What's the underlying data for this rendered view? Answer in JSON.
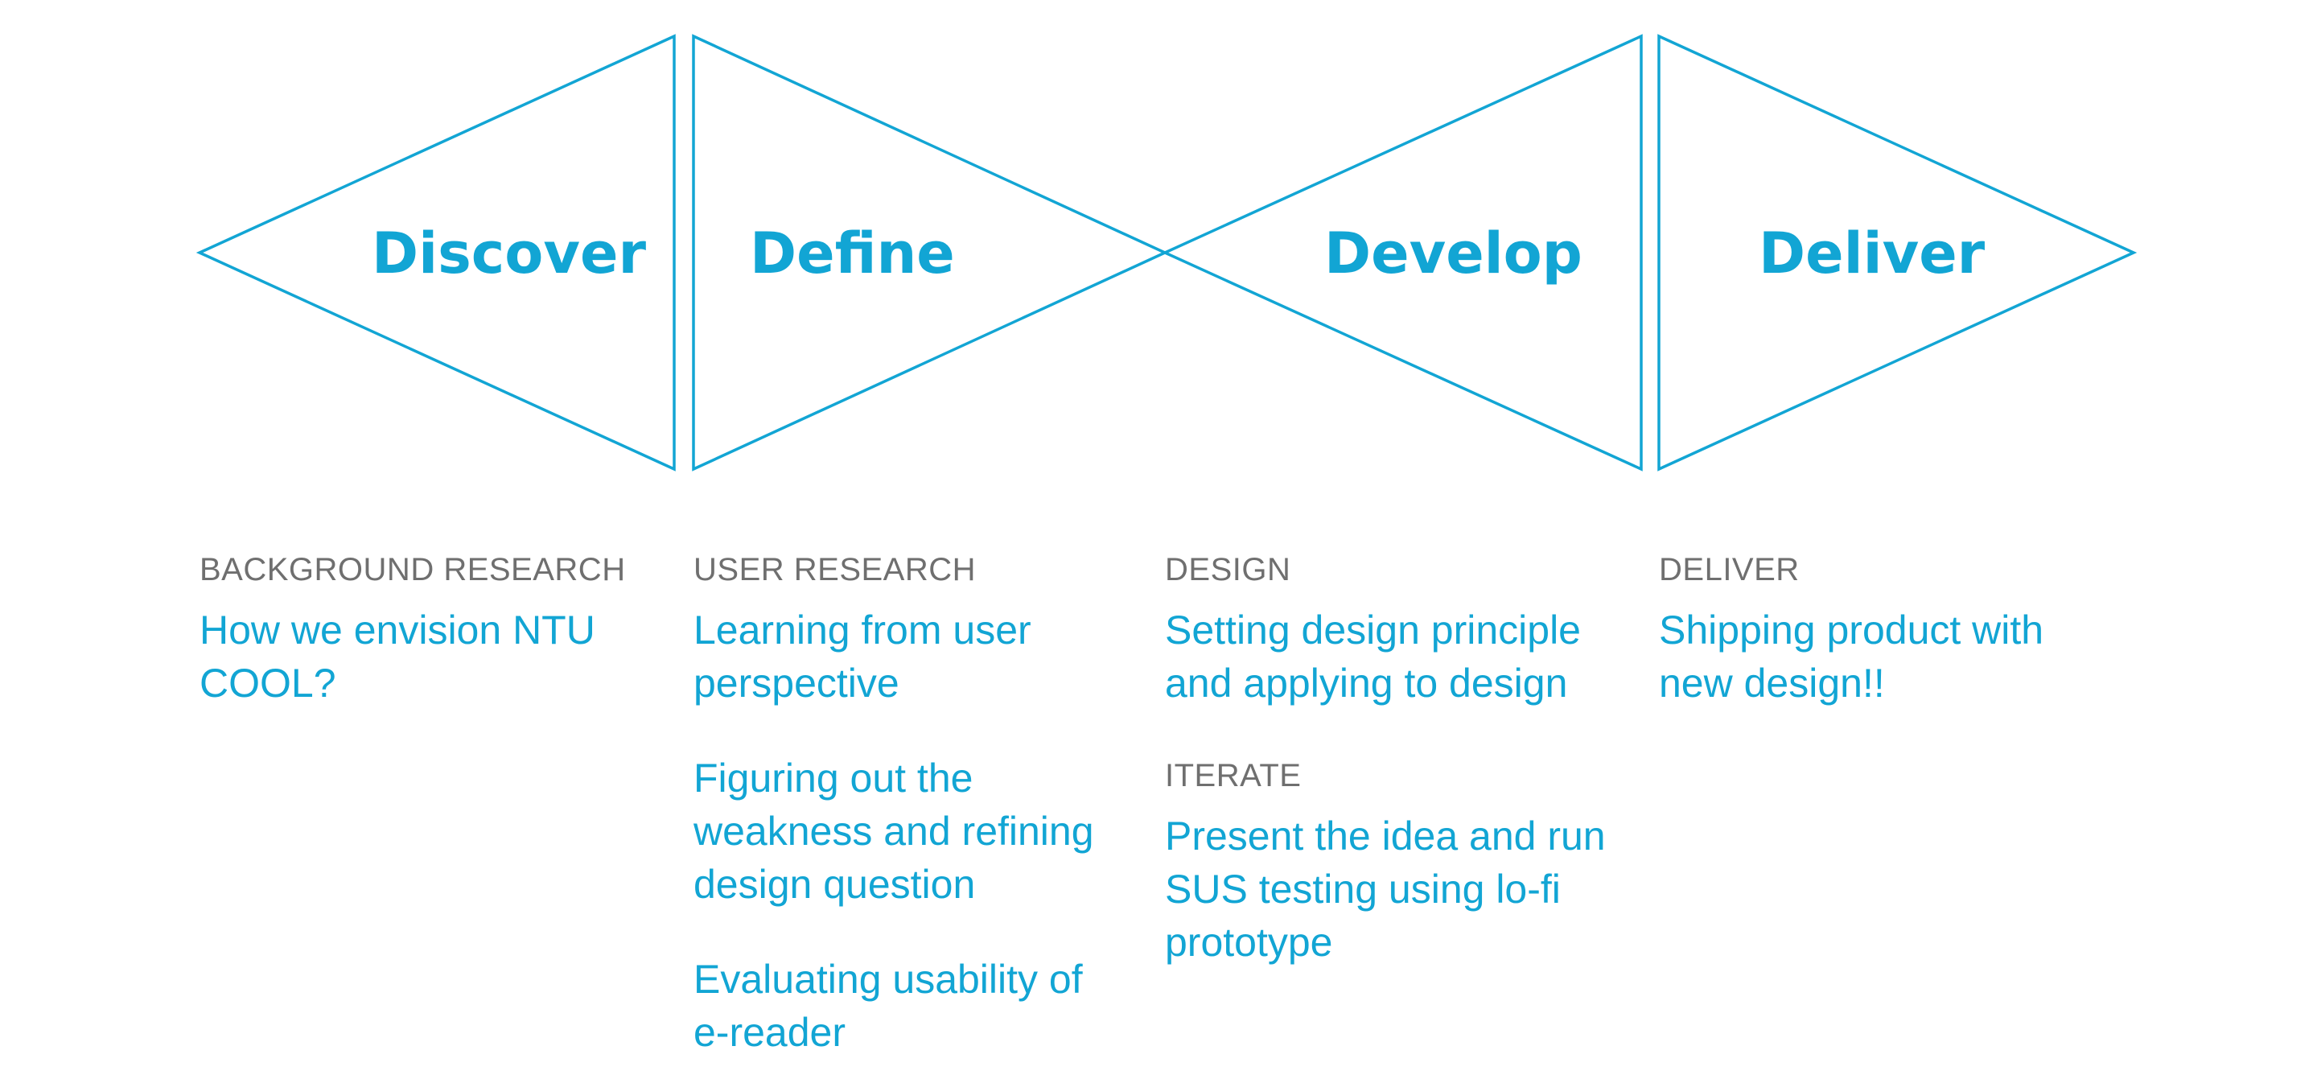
{
  "colors": {
    "accent": "#12A5D4",
    "label": "#6F6F6F",
    "background": "#FFFFFF"
  },
  "phases": [
    {
      "title": "Discover"
    },
    {
      "title": "Define"
    },
    {
      "title": "Develop"
    },
    {
      "title": "Deliver"
    }
  ],
  "columns": [
    {
      "sections": [
        {
          "label": "BACKGROUND RESEARCH",
          "items": [
            "How we envision NTU COOL?"
          ]
        }
      ]
    },
    {
      "sections": [
        {
          "label": "USER RESEARCH",
          "items": [
            "Learning from user perspective",
            "Figuring out the weakness and refining design question",
            "Evaluating usability of e-reader"
          ]
        }
      ]
    },
    {
      "sections": [
        {
          "label": "DESIGN",
          "items": [
            "Setting design principle and applying to design"
          ]
        },
        {
          "label": "ITERATE",
          "items": [
            "Present the idea and run SUS testing using lo-fi prototype"
          ]
        }
      ]
    },
    {
      "sections": [
        {
          "label": "DELIVER",
          "items": [
            "Shipping product with new design!!"
          ]
        }
      ]
    }
  ]
}
